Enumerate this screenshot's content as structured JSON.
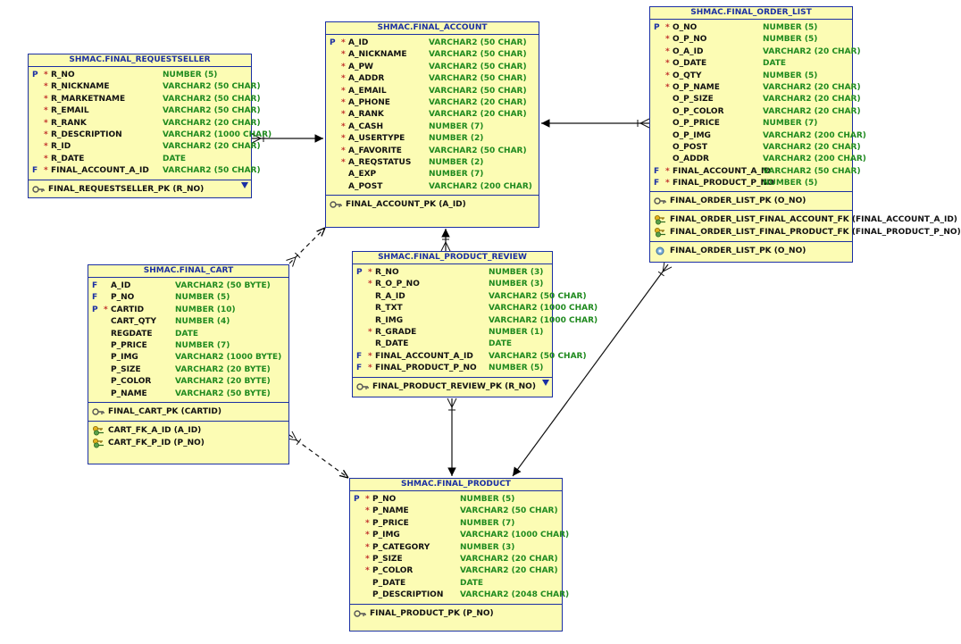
{
  "tables": [
    {
      "id": "requestseller",
      "title": "SHMAC.FINAL_REQUESTSELLER",
      "columns": [
        {
          "key": "P",
          "mandatory": "*",
          "name": "R_NO",
          "type": "NUMBER (5)"
        },
        {
          "key": "",
          "mandatory": "*",
          "name": "R_NICKNAME",
          "type": "VARCHAR2 (50 CHAR)"
        },
        {
          "key": "",
          "mandatory": "*",
          "name": "R_MARKETNAME",
          "type": "VARCHAR2 (50 CHAR)"
        },
        {
          "key": "",
          "mandatory": "*",
          "name": "R_EMAIL",
          "type": "VARCHAR2 (50 CHAR)"
        },
        {
          "key": "",
          "mandatory": "*",
          "name": "R_RANK",
          "type": "VARCHAR2 (20 CHAR)"
        },
        {
          "key": "",
          "mandatory": "*",
          "name": "R_DESCRIPTION",
          "type": "VARCHAR2 (1000 CHAR)"
        },
        {
          "key": "",
          "mandatory": "*",
          "name": "R_ID",
          "type": "VARCHAR2 (20 CHAR)"
        },
        {
          "key": "",
          "mandatory": "*",
          "name": "R_DATE",
          "type": "DATE"
        },
        {
          "key": "F",
          "mandatory": "*",
          "name": "FINAL_ACCOUNT_A_ID",
          "type": "VARCHAR2 (50 CHAR)"
        }
      ],
      "sections": [
        [
          {
            "icon": "primary-key-icon",
            "text": "FINAL_REQUESTSELLER_PK (R_NO)"
          }
        ]
      ]
    },
    {
      "id": "account",
      "title": "SHMAC.FINAL_ACCOUNT",
      "columns": [
        {
          "key": "P",
          "mandatory": "*",
          "name": "A_ID",
          "type": "VARCHAR2 (50 CHAR)"
        },
        {
          "key": "",
          "mandatory": "*",
          "name": "A_NICKNAME",
          "type": "VARCHAR2 (50 CHAR)"
        },
        {
          "key": "",
          "mandatory": "*",
          "name": "A_PW",
          "type": "VARCHAR2 (50 CHAR)"
        },
        {
          "key": "",
          "mandatory": "*",
          "name": "A_ADDR",
          "type": "VARCHAR2 (50 CHAR)"
        },
        {
          "key": "",
          "mandatory": "*",
          "name": "A_EMAIL",
          "type": "VARCHAR2 (50 CHAR)"
        },
        {
          "key": "",
          "mandatory": "*",
          "name": "A_PHONE",
          "type": "VARCHAR2 (20 CHAR)"
        },
        {
          "key": "",
          "mandatory": "*",
          "name": "A_RANK",
          "type": "VARCHAR2 (20 CHAR)"
        },
        {
          "key": "",
          "mandatory": "*",
          "name": "A_CASH",
          "type": "NUMBER (7)"
        },
        {
          "key": "",
          "mandatory": "*",
          "name": "A_USERTYPE",
          "type": "NUMBER (2)"
        },
        {
          "key": "",
          "mandatory": "*",
          "name": "A_FAVORITE",
          "type": "VARCHAR2 (50 CHAR)"
        },
        {
          "key": "",
          "mandatory": "*",
          "name": "A_REQSTATUS",
          "type": "NUMBER (2)"
        },
        {
          "key": "",
          "mandatory": "",
          "name": "A_EXP",
          "type": "NUMBER (7)"
        },
        {
          "key": "",
          "mandatory": "",
          "name": "A_POST",
          "type": "VARCHAR2 (200 CHAR)"
        }
      ],
      "sections": [
        [
          {
            "icon": "primary-key-icon",
            "text": "FINAL_ACCOUNT_PK (A_ID)"
          }
        ]
      ]
    },
    {
      "id": "orderlist",
      "title": "SHMAC.FINAL_ORDER_LIST",
      "columns": [
        {
          "key": "P",
          "mandatory": "*",
          "name": "O_NO",
          "type": "NUMBER (5)"
        },
        {
          "key": "",
          "mandatory": "*",
          "name": "O_P_NO",
          "type": "NUMBER (5)"
        },
        {
          "key": "",
          "mandatory": "*",
          "name": "O_A_ID",
          "type": "VARCHAR2 (20 CHAR)"
        },
        {
          "key": "",
          "mandatory": "*",
          "name": "O_DATE",
          "type": "DATE"
        },
        {
          "key": "",
          "mandatory": "*",
          "name": "O_QTY",
          "type": "NUMBER (5)"
        },
        {
          "key": "",
          "mandatory": "*",
          "name": "O_P_NAME",
          "type": "VARCHAR2 (20 CHAR)"
        },
        {
          "key": "",
          "mandatory": "",
          "name": "O_P_SIZE",
          "type": "VARCHAR2 (20 CHAR)"
        },
        {
          "key": "",
          "mandatory": "",
          "name": "O_P_COLOR",
          "type": "VARCHAR2 (20 CHAR)"
        },
        {
          "key": "",
          "mandatory": "",
          "name": "O_P_PRICE",
          "type": "NUMBER (7)"
        },
        {
          "key": "",
          "mandatory": "",
          "name": "O_P_IMG",
          "type": "VARCHAR2 (200 CHAR)"
        },
        {
          "key": "",
          "mandatory": "",
          "name": "O_POST",
          "type": "VARCHAR2 (20 CHAR)"
        },
        {
          "key": "",
          "mandatory": "",
          "name": "O_ADDR",
          "type": "VARCHAR2 (200 CHAR)"
        },
        {
          "key": "F",
          "mandatory": "*",
          "name": "FINAL_ACCOUNT_A_ID",
          "type": "VARCHAR2 (50 CHAR)"
        },
        {
          "key": "F",
          "mandatory": "*",
          "name": "FINAL_PRODUCT_P_NO",
          "type": "NUMBER (5)"
        }
      ],
      "sections": [
        [
          {
            "icon": "primary-key-icon",
            "text": "FINAL_ORDER_LIST_PK (O_NO)"
          }
        ],
        [
          {
            "icon": "foreign-key-icon",
            "text": "FINAL_ORDER_LIST_FINAL_ACCOUNT_FK (FINAL_ACCOUNT_A_ID)"
          },
          {
            "icon": "foreign-key-icon",
            "text": "FINAL_ORDER_LIST_FINAL_PRODUCT_FK (FINAL_PRODUCT_P_NO)"
          }
        ],
        [
          {
            "icon": "index-icon",
            "text": "FINAL_ORDER_LIST_PK (O_NO)"
          }
        ]
      ]
    },
    {
      "id": "cart",
      "title": "SHMAC.FINAL_CART",
      "columns": [
        {
          "key": "F",
          "mandatory": "",
          "name": "A_ID",
          "type": "VARCHAR2 (50 BYTE)"
        },
        {
          "key": "F",
          "mandatory": "",
          "name": "P_NO",
          "type": "NUMBER (5)"
        },
        {
          "key": "P",
          "mandatory": "*",
          "name": "CARTID",
          "type": "NUMBER (10)"
        },
        {
          "key": "",
          "mandatory": "",
          "name": "CART_QTY",
          "type": "NUMBER (4)"
        },
        {
          "key": "",
          "mandatory": "",
          "name": "REGDATE",
          "type": "DATE"
        },
        {
          "key": "",
          "mandatory": "",
          "name": "P_PRICE",
          "type": "NUMBER (7)"
        },
        {
          "key": "",
          "mandatory": "",
          "name": "P_IMG",
          "type": "VARCHAR2 (1000 BYTE)"
        },
        {
          "key": "",
          "mandatory": "",
          "name": "P_SIZE",
          "type": "VARCHAR2 (20 BYTE)"
        },
        {
          "key": "",
          "mandatory": "",
          "name": "P_COLOR",
          "type": "VARCHAR2 (20 BYTE)"
        },
        {
          "key": "",
          "mandatory": "",
          "name": "P_NAME",
          "type": "VARCHAR2 (50 BYTE)"
        }
      ],
      "sections": [
        [
          {
            "icon": "primary-key-icon",
            "text": "FINAL_CART_PK (CARTID)"
          }
        ],
        [
          {
            "icon": "foreign-key-icon",
            "text": "CART_FK_A_ID (A_ID)"
          },
          {
            "icon": "foreign-key-icon",
            "text": "CART_FK_P_ID (P_NO)"
          }
        ]
      ]
    },
    {
      "id": "review",
      "title": "SHMAC.FINAL_PRODUCT_REVIEW",
      "columns": [
        {
          "key": "P",
          "mandatory": "*",
          "name": "R_NO",
          "type": "NUMBER (3)"
        },
        {
          "key": "",
          "mandatory": "*",
          "name": "R_O_P_NO",
          "type": "NUMBER (3)"
        },
        {
          "key": "",
          "mandatory": "",
          "name": "R_A_ID",
          "type": "VARCHAR2 (50 CHAR)"
        },
        {
          "key": "",
          "mandatory": "",
          "name": "R_TXT",
          "type": "VARCHAR2 (1000 CHAR)"
        },
        {
          "key": "",
          "mandatory": "",
          "name": "R_IMG",
          "type": "VARCHAR2 (1000 CHAR)"
        },
        {
          "key": "",
          "mandatory": "*",
          "name": "R_GRADE",
          "type": "NUMBER (1)"
        },
        {
          "key": "",
          "mandatory": "",
          "name": "R_DATE",
          "type": "DATE"
        },
        {
          "key": "F",
          "mandatory": "*",
          "name": "FINAL_ACCOUNT_A_ID",
          "type": "VARCHAR2 (50 CHAR)"
        },
        {
          "key": "F",
          "mandatory": "*",
          "name": "FINAL_PRODUCT_P_NO",
          "type": "NUMBER (5)"
        }
      ],
      "sections": [
        [
          {
            "icon": "primary-key-icon",
            "text": "FINAL_PRODUCT_REVIEW_PK (R_NO)"
          }
        ]
      ]
    },
    {
      "id": "product",
      "title": "SHMAC.FINAL_PRODUCT",
      "columns": [
        {
          "key": "P",
          "mandatory": "*",
          "name": "P_NO",
          "type": "NUMBER (5)"
        },
        {
          "key": "",
          "mandatory": "*",
          "name": "P_NAME",
          "type": "VARCHAR2 (50 CHAR)"
        },
        {
          "key": "",
          "mandatory": "*",
          "name": "P_PRICE",
          "type": "NUMBER (7)"
        },
        {
          "key": "",
          "mandatory": "*",
          "name": "P_IMG",
          "type": "VARCHAR2 (1000 CHAR)"
        },
        {
          "key": "",
          "mandatory": "*",
          "name": "P_CATEGORY",
          "type": "NUMBER (3)"
        },
        {
          "key": "",
          "mandatory": "*",
          "name": "P_SIZE",
          "type": "VARCHAR2 (20 CHAR)"
        },
        {
          "key": "",
          "mandatory": "*",
          "name": "P_COLOR",
          "type": "VARCHAR2 (20 CHAR)"
        },
        {
          "key": "",
          "mandatory": "",
          "name": "P_DATE",
          "type": "DATE"
        },
        {
          "key": "",
          "mandatory": "",
          "name": "P_DESCRIPTION",
          "type": "VARCHAR2 (2048 CHAR)"
        }
      ],
      "sections": [
        [
          {
            "icon": "primary-key-icon",
            "text": "FINAL_PRODUCT_PK (P_NO)"
          }
        ]
      ]
    }
  ],
  "relationships": [
    {
      "from": "requestseller",
      "to": "account",
      "style": "solid"
    },
    {
      "from": "orderlist",
      "to": "account",
      "style": "solid"
    },
    {
      "from": "cart",
      "to": "account",
      "style": "dashed"
    },
    {
      "from": "review",
      "to": "account",
      "style": "solid"
    },
    {
      "from": "review",
      "to": "product",
      "style": "solid"
    },
    {
      "from": "orderlist",
      "to": "product",
      "style": "solid"
    },
    {
      "from": "cart",
      "to": "product",
      "style": "dashed"
    }
  ]
}
